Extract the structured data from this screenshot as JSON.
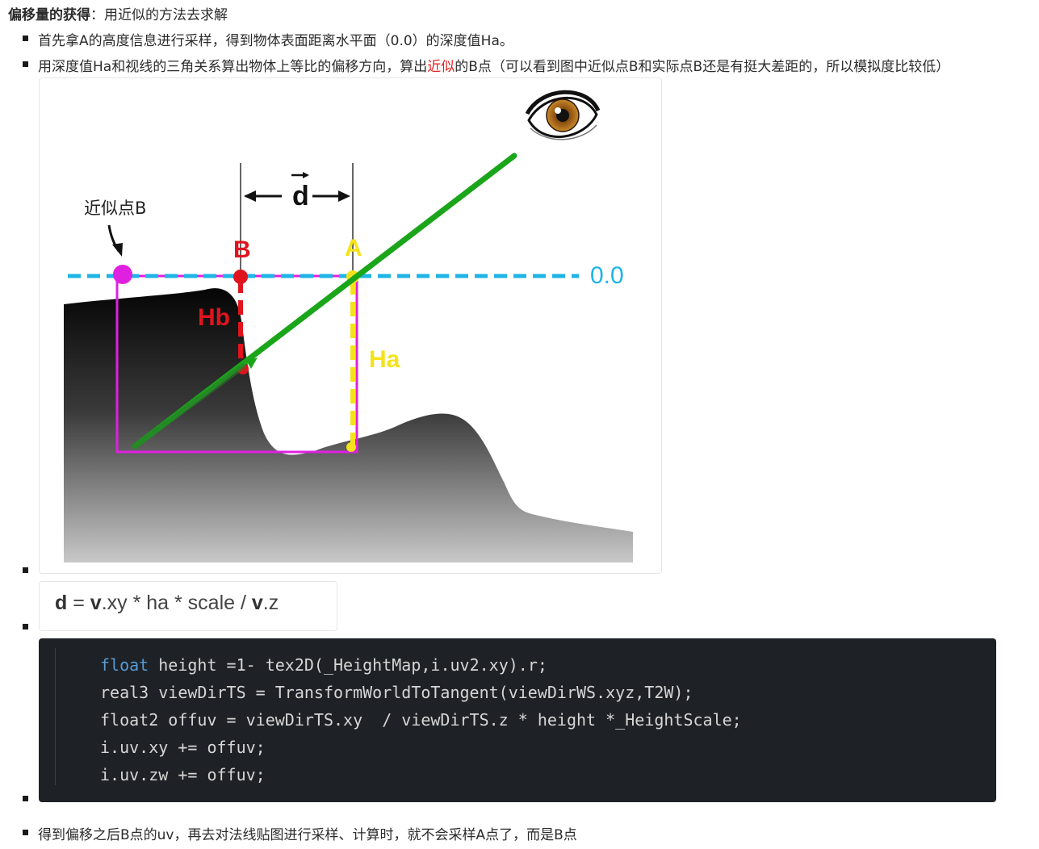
{
  "heading": {
    "bold_label": "偏移量的获得",
    "rest": "：用近似的方法去求解"
  },
  "bullets": [
    {
      "text": "首先拿A的高度信息进行采样，得到物体表面距离水平面（0.0）的深度值Ha。"
    },
    {
      "text_before": "用深度值Ha和视线的三角关系算出物体上等比的偏移方向，算出",
      "highlight": "近似",
      "text_after": "的B点（可以看到图中近似点B和实际点B还是有挺大差距的，所以模拟度比较低）"
    }
  ],
  "figure": {
    "label_approx_b": "近似点B",
    "label_b": "B",
    "label_a": "A",
    "label_hb": "Hb",
    "label_ha": "Ha",
    "label_zero": "0.0",
    "label_d": "d",
    "colors": {
      "blue_dashed": "#1fb4e6",
      "magenta": "#e020e0",
      "green": "#1aa51a",
      "red": "#e0141e",
      "yellow": "#f5e21a"
    }
  },
  "formula": {
    "d": "d",
    "eq": " = ",
    "v1": "v",
    "mid": ".xy * ha * scale / ",
    "v2": "v",
    "end": ".z"
  },
  "code": {
    "lines": [
      {
        "kw": "float",
        "rest": " height =1- tex2D(_HeightMap,i.uv2.xy).r;"
      },
      {
        "kw": "",
        "rest": "real3 viewDirTS = TransformWorldToTangent(viewDirWS.xyz,T2W);"
      },
      {
        "kw": "",
        "rest": "float2 offuv = viewDirTS.xy  / viewDirTS.z * height *_HeightScale;"
      },
      {
        "kw": "",
        "rest": "i.uv.xy += offuv;"
      },
      {
        "kw": "",
        "rest": "i.uv.zw += offuv;"
      }
    ]
  },
  "last_bullet": "得到偏移之后B点的uv，再去对法线贴图进行采样、计算时，就不会采样A点了，而是B点"
}
